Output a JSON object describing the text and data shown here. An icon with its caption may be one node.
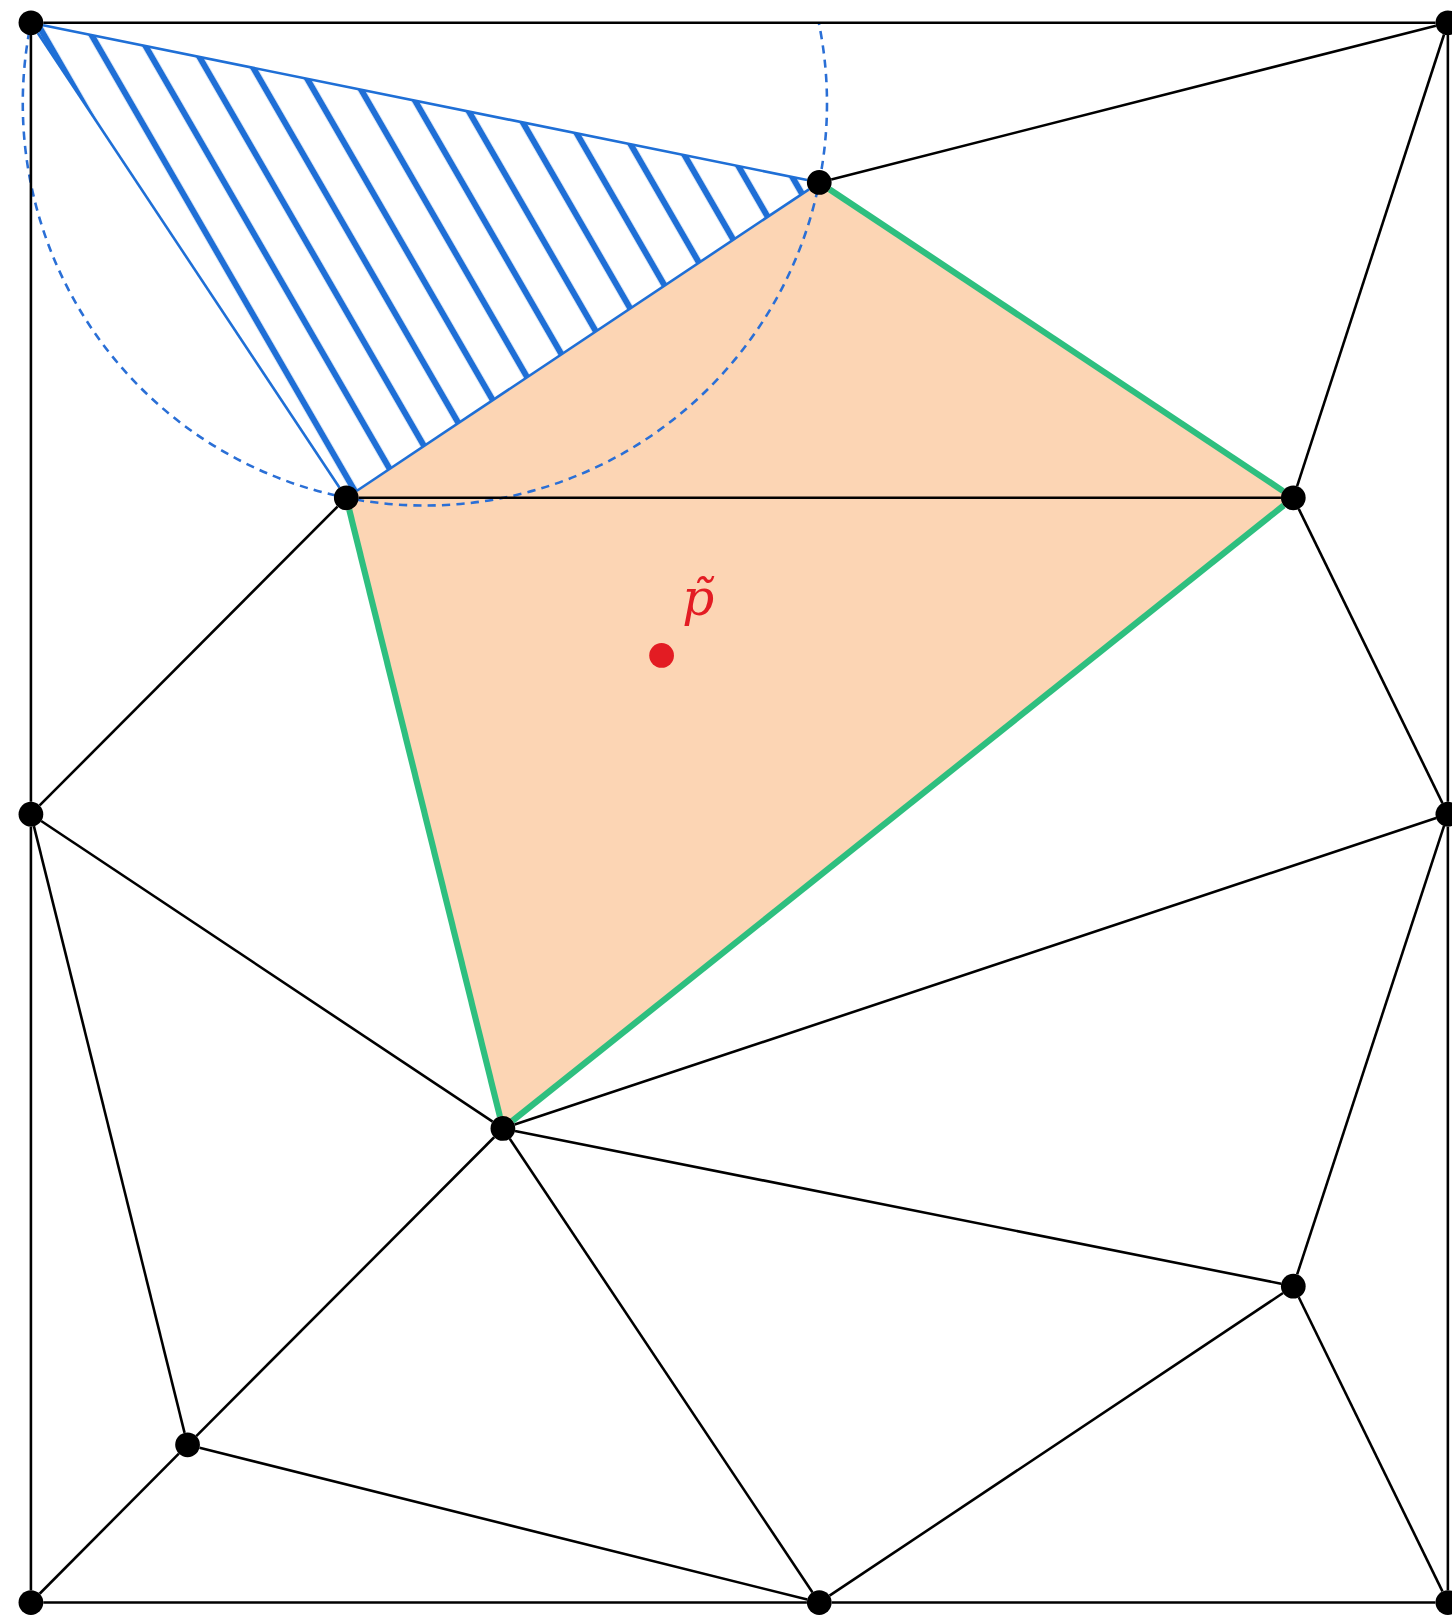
{
  "diagram": {
    "nodes": [
      {
        "text": [],
        "shape": "circle"
      },
      {
        "text": [],
        "shape": "circle"
      },
      {
        "text": [],
        "shape": "circle"
      },
      {
        "text": [],
        "shape": "circle"
      },
      {
        "text": [],
        "shape": "circle"
      },
      {
        "text": [],
        "shape": "circle",
        "beside": [
          "p̃"
        ]
      },
      {
        "text": [],
        "shape": "circle"
      },
      {
        "text": [],
        "shape": "circle"
      },
      {
        "text": [],
        "shape": "circle"
      },
      {
        "text": [],
        "shape": "circle"
      },
      {
        "text": [],
        "shape": "circle"
      },
      {
        "text": [],
        "shape": "circle"
      },
      {
        "text": [],
        "shape": "circle"
      },
      {
        "text": [],
        "shape": "circle"
      }
    ],
    "edges": [
      {
        "from": 0,
        "to": 1,
        "arrow": "none"
      },
      {
        "from": 0,
        "to": 2,
        "arrow": "none",
        "color": "#1f6fd6"
      },
      {
        "from": 0,
        "to": 3,
        "arrow": "none",
        "color": "#1f6fd6"
      },
      {
        "from": 0,
        "to": 6,
        "arrow": "none"
      },
      {
        "from": 1,
        "to": 2,
        "arrow": "none"
      },
      {
        "from": 1,
        "to": 4,
        "arrow": "none"
      },
      {
        "from": 2,
        "to": 3,
        "arrow": "none",
        "color": "#1f6fd6"
      },
      {
        "from": 2,
        "to": 4,
        "arrow": "none",
        "style": "thick",
        "color": "#2ebf7f"
      },
      {
        "from": 3,
        "to": 4,
        "arrow": "none"
      },
      {
        "from": 3,
        "to": 6,
        "arrow": "none"
      },
      {
        "from": 3,
        "to": 8,
        "arrow": "none",
        "style": "thick",
        "color": "#2ebf7f"
      },
      {
        "from": 4,
        "to": 8,
        "arrow": "none",
        "style": "thick",
        "color": "#2ebf7f"
      },
      {
        "from": 4,
        "to": 7,
        "arrow": "none"
      },
      {
        "from": 1,
        "to": 7,
        "arrow": "none"
      },
      {
        "from": 6,
        "to": 8,
        "arrow": "none"
      },
      {
        "from": 6,
        "to": 11,
        "arrow": "none"
      },
      {
        "from": 6,
        "to": 10,
        "arrow": "none"
      },
      {
        "from": 7,
        "to": 8,
        "arrow": "none"
      },
      {
        "from": 7,
        "to": 9,
        "arrow": "none"
      },
      {
        "from": 7,
        "to": 13,
        "arrow": "none"
      },
      {
        "from": 8,
        "to": 9,
        "arrow": "none"
      },
      {
        "from": 8,
        "to": 10,
        "arrow": "none"
      },
      {
        "from": 8,
        "to": 12,
        "arrow": "none"
      },
      {
        "from": 9,
        "to": 12,
        "arrow": "none"
      },
      {
        "from": 9,
        "to": 13,
        "arrow": "none"
      },
      {
        "from": 10,
        "to": 11,
        "arrow": "none"
      },
      {
        "from": 10,
        "to": 12,
        "arrow": "none"
      },
      {
        "from": 11,
        "to": 12,
        "arrow": "none"
      },
      {
        "from": 12,
        "to": 13,
        "arrow": "none"
      }
    ]
  }
}
